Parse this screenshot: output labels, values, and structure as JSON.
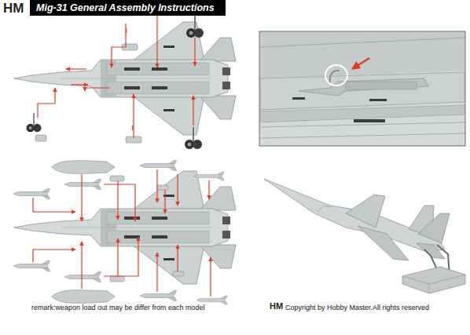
{
  "diagram": {
    "title": "Mig-31 General Assembly Instructions",
    "labels": [
      "HM",
      "remark:weapon load out may be differ from each model",
      "HM",
      "Copyright by Hobby Master.All rights reserved"
    ]
  }
}
